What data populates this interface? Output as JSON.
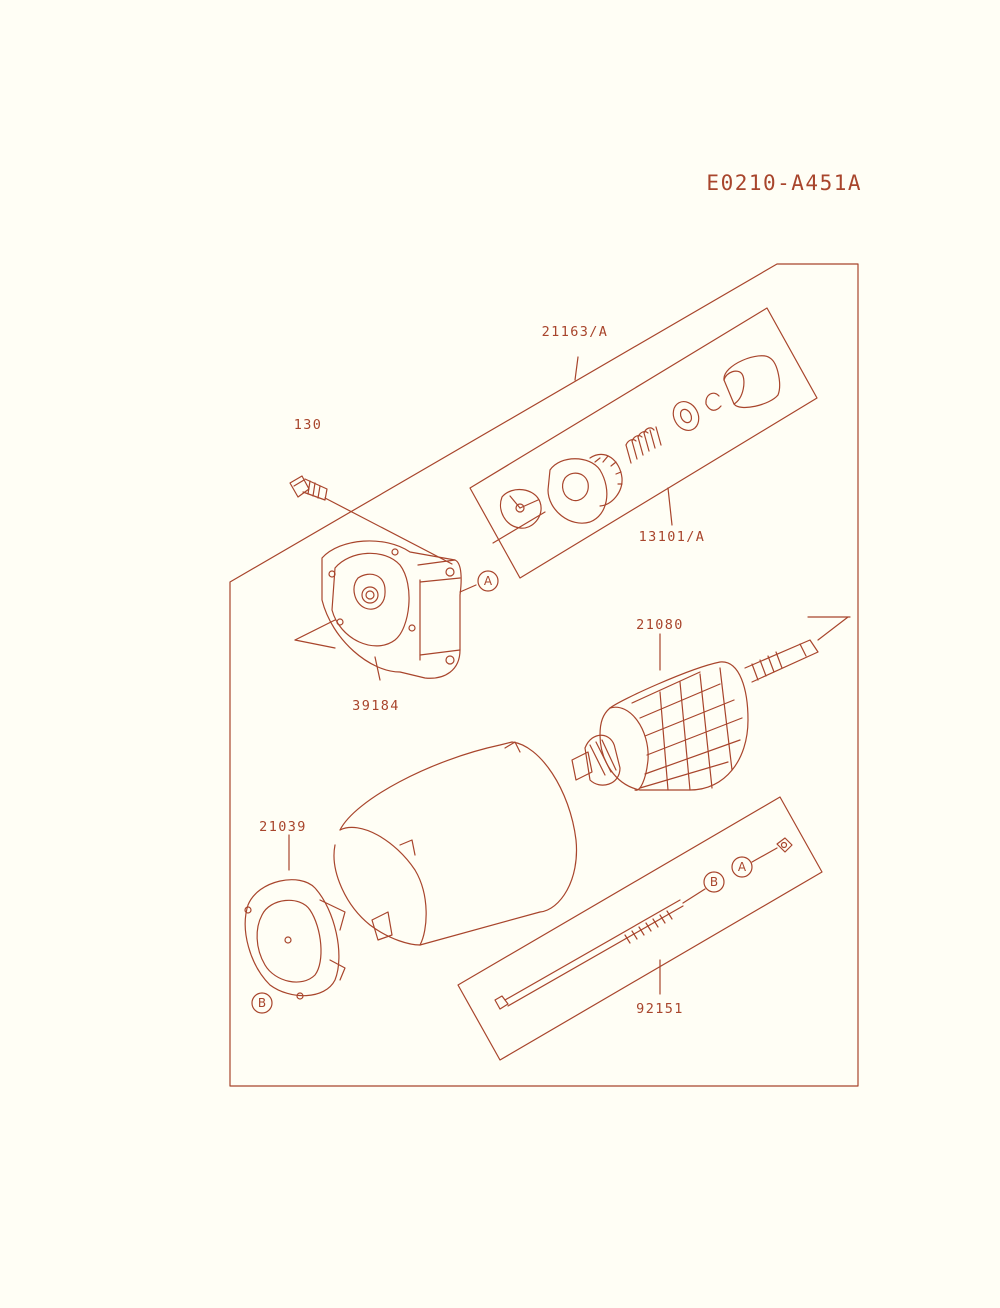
{
  "diagram_code": "E0210-A451A",
  "colors": {
    "ink": "#a8452c",
    "paper": "#fffef5"
  },
  "parts": {
    "p130": "130",
    "p21163": "21163/A",
    "p13101": "13101/A",
    "p39184": "39184",
    "p21080": "21080",
    "p21039": "21039",
    "p92151": "92151"
  },
  "refs": {
    "a": "A",
    "b": "B"
  }
}
